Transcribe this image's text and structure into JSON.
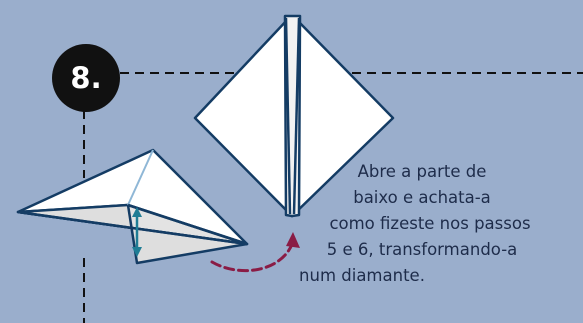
{
  "step": {
    "number": "8."
  },
  "instruction": {
    "lines": [
      "Abre a parte de",
      "baixo e achata-a",
      "como fizeste nos passos",
      "5 e 6, transformando-a",
      "num diamante."
    ]
  },
  "colors": {
    "background": "#9aaecc",
    "paper": "#ffffff",
    "paper_shade": "#e3e3e3",
    "outline": "#143c64",
    "measure_arrow": "#1f7d95",
    "motion_arrow": "#8a1c45",
    "guide_line": "#111111"
  },
  "icons": {
    "fold_arrow": "curved-motion-arrow",
    "measure_arrow": "double-headed-arrow"
  }
}
